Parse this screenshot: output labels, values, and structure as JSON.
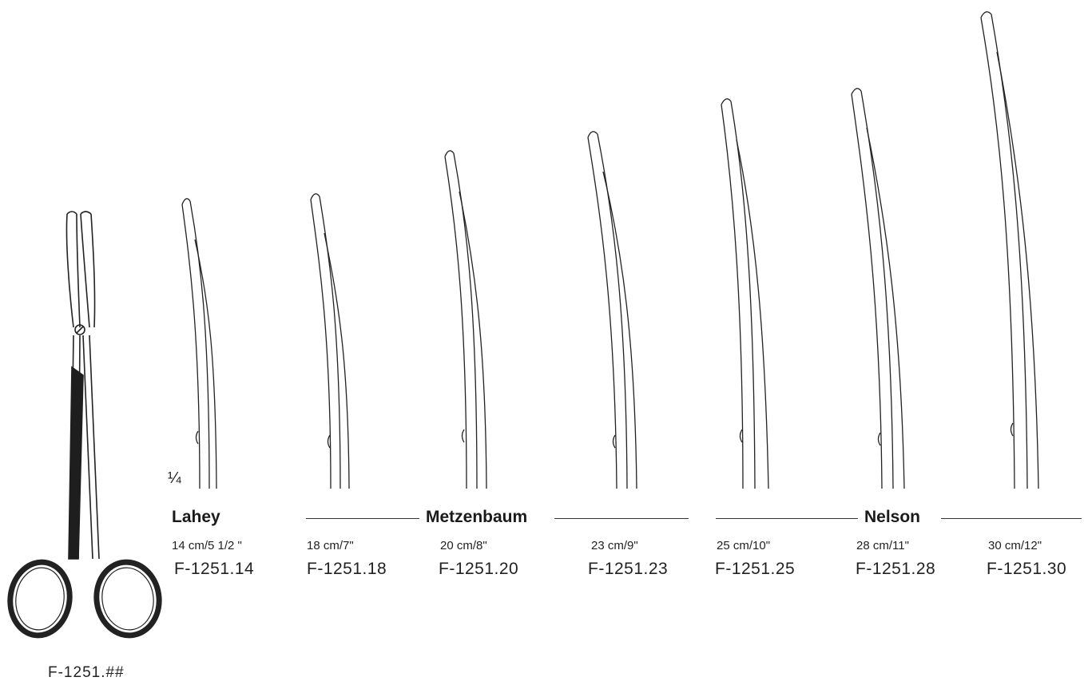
{
  "scale_label": "¼",
  "main_instrument": {
    "code": "F-1251.##"
  },
  "groups": [
    {
      "name": "Lahey"
    },
    {
      "name": "Metzenbaum"
    },
    {
      "name": "Nelson"
    }
  ],
  "variants": [
    {
      "size": "14 cm/5 1/2 \"",
      "code": "F-1251.14"
    },
    {
      "size": "18 cm/7\"",
      "code": "F-1251.18"
    },
    {
      "size": "20 cm/8\"",
      "code": "F-1251.20"
    },
    {
      "size": "23 cm/9\"",
      "code": "F-1251.23"
    },
    {
      "size": "25 cm/10\"",
      "code": "F-1251.25"
    },
    {
      "size": "28 cm/11\"",
      "code": "F-1251.28"
    },
    {
      "size": "30 cm/12\"",
      "code": "F-1251.30"
    }
  ]
}
